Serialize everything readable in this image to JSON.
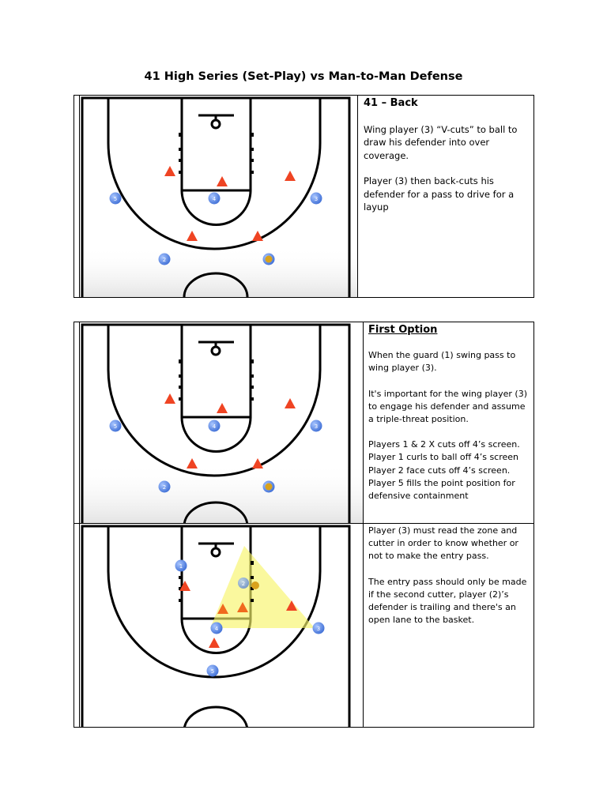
{
  "title": "41 High Series (Set-Play) vs Man-to-Man Defense",
  "colors": {
    "offense": "#4a7fe0",
    "defense": "#ef4423",
    "coverage": "#f7f56a",
    "ball": "#d9a21c"
  },
  "panel1": {
    "heading": "41 – Back",
    "paragraphs": [
      "Wing player (3) “V-cuts” to ball to draw his defender into over coverage.",
      "Player (3) then back-cuts his defender for a pass to drive for a layup"
    ],
    "players": [
      "5",
      "4",
      "3",
      "2"
    ]
  },
  "panel2": {
    "heading": "First Option",
    "paragraphs": [
      "When the guard (1) swing pass to wing player (3).",
      "It's important for the wing player (3) to engage his defender and assume a triple-threat position.",
      "Players 1 & 2  X cuts off 4’s screen.\nPlayer 1 curls to ball off 4’s screen\nPlayer 2 face cuts off 4’s screen.\nPlayer 5 fills the point position for defensive containment"
    ],
    "players": [
      "5",
      "4",
      "3",
      "2"
    ]
  },
  "panel3": {
    "paragraphs": [
      "Player (3) must read the zone and cutter in order to know whether or not to make the entry pass.",
      "The entry pass should only be made if the second cutter, player (2)’s  defender is trailing and there's an open lane to the basket."
    ],
    "players": [
      "1",
      "2",
      "4",
      "3",
      "5"
    ]
  }
}
